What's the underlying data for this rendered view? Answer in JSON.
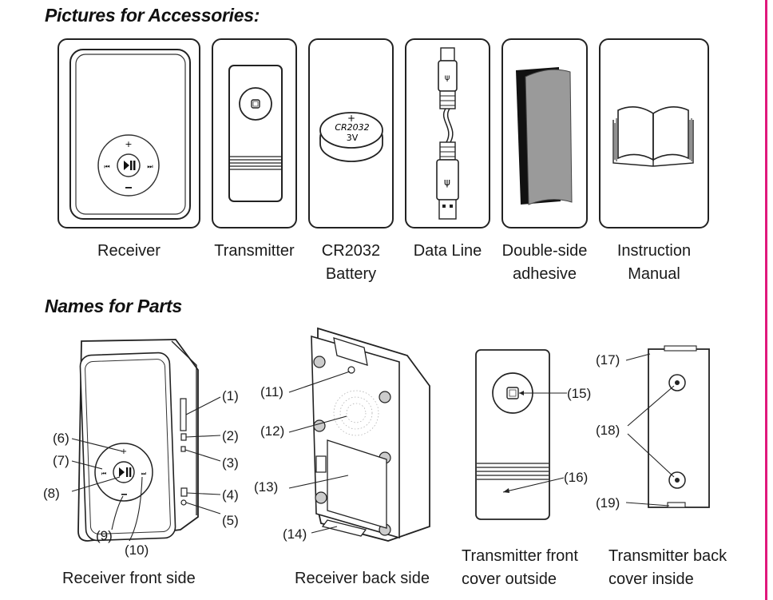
{
  "accessories": {
    "title": "Pictures for Accessories:",
    "items": [
      {
        "name": "receiver",
        "lines": [
          "Receiver"
        ]
      },
      {
        "name": "transmitter",
        "lines": [
          "Transmitter"
        ]
      },
      {
        "name": "battery",
        "lines": [
          "CR2032",
          "Battery"
        ],
        "battery_text": [
          "CR2032",
          "3V"
        ],
        "battery_plus": "+"
      },
      {
        "name": "data-line",
        "lines": [
          "Data Line"
        ]
      },
      {
        "name": "adhesive",
        "lines": [
          "Double-side",
          "adhesive"
        ]
      },
      {
        "name": "manual",
        "lines": [
          "Instruction",
          "Manual"
        ]
      }
    ]
  },
  "parts": {
    "title": "Names for Parts",
    "figures": [
      {
        "name": "receiver-front",
        "caption": [
          "Receiver front side"
        ],
        "labels": [
          "(1)",
          "(2)",
          "(3)",
          "(4)",
          "(5)",
          "(6)",
          "(7)",
          "(8)",
          "(9)",
          "(10)"
        ]
      },
      {
        "name": "receiver-back",
        "caption": [
          "Receiver back side"
        ],
        "labels": [
          "(11)",
          "(12)",
          "(13)",
          "(14)"
        ]
      },
      {
        "name": "transmitter-front",
        "caption": [
          "Transmitter front",
          "cover outside"
        ],
        "labels": [
          "(15)",
          "(16)"
        ]
      },
      {
        "name": "transmitter-back",
        "caption": [
          "Transmitter back",
          "cover inside"
        ],
        "labels": [
          "(17)",
          "(18)",
          "(19)"
        ]
      }
    ]
  },
  "colors": {
    "accent_bar": "#e0187c",
    "line": "#222222",
    "adhesive_gray": "#9a9a9a"
  }
}
